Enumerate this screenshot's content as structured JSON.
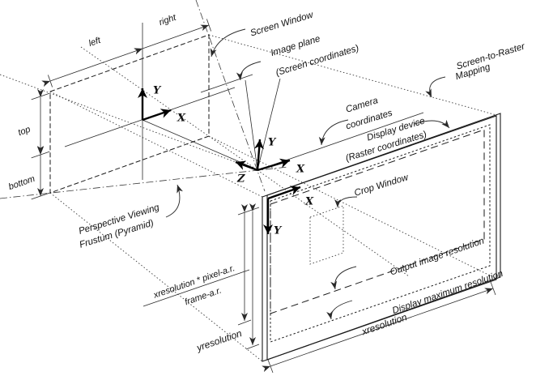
{
  "diagram": {
    "colors": {
      "ink": "#1a1a1a",
      "background": "#ffffff"
    },
    "labels": {
      "screen_window": "Screen Window",
      "image_plane_line1": "Image plane",
      "image_plane_line2": "(Screen coordinates)",
      "screen_to_raster_line1": "Screen-to-Raster",
      "screen_to_raster_line2": "Mapping",
      "camera_line1": "Camera",
      "camera_line2": "coordinates",
      "display_device_line1": "Display device",
      "display_device_line2": "(Raster coordinates)",
      "crop_window": "Crop Window",
      "output_image_resolution": "Output image resolution",
      "display_maximum_resolution": "Display maximum resolution",
      "frustum_line1": "Perspective Viewing",
      "frustum_line2": "Frustum (Pyramid)",
      "left": "left",
      "right": "right",
      "top": "top",
      "bottom": "bottom",
      "xresolution": "xresolution",
      "yresolution": "yresolution",
      "fraction_numerator": "xresolution * pixel-a.r.",
      "fraction_denominator": "frame-a.r."
    },
    "axis_labels": {
      "screen_x": "X",
      "screen_y": "Y",
      "camera_x": "X",
      "camera_y": "Y",
      "camera_z": "Z",
      "raster_x": "X",
      "raster_y": "Y"
    }
  }
}
